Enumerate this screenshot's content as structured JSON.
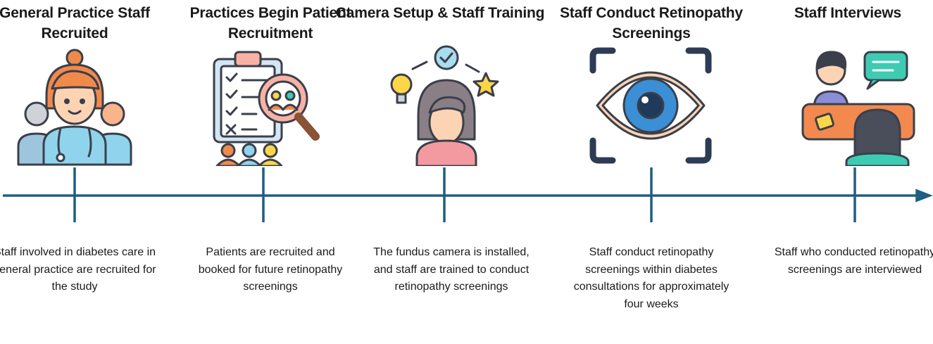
{
  "steps": [
    {
      "title": "General Practice Staff Recruited",
      "icon": "medical-staff-icon",
      "description": "Staff involved in diabetes care in general practice are recruited for the study"
    },
    {
      "title": "Practices Begin Patient Recruitment",
      "icon": "clipboard-search-icon",
      "description": "Patients are recruited and booked for future retinopathy screenings"
    },
    {
      "title": "Camera Setup & Staff Training",
      "icon": "training-icon",
      "description": "The fundus camera is installed, and staff are trained to conduct retinopathy screenings"
    },
    {
      "title": "Staff Conduct Retinopathy Screenings",
      "icon": "eye-scan-icon",
      "description": "Staff conduct retinopathy screenings within diabetes consultations for approximately four weeks"
    },
    {
      "title": "Staff Interviews",
      "icon": "interview-icon",
      "description": "Staff who conducted retinopathy screenings are interviewed"
    }
  ],
  "colors": {
    "timeline": "#1f5f82",
    "text": "#1a1a1a",
    "outline": "#3a3f4a",
    "skin": "#fcd4b4",
    "hair_orange": "#f08a4b",
    "scrubs": "#8fd4ec",
    "eye_blue": "#3a8fd6",
    "clipboard_blue": "#d4e6f3",
    "glass_pink": "#f9b1a5",
    "star_yellow": "#fcd648",
    "hair_gray": "#8a7f86",
    "sweater_pink": "#f29aa0",
    "check_blue": "#a8dcef",
    "desk_orange": "#f28a50",
    "bubble_teal": "#3dccb2",
    "shirt_purple": "#8a8ed8"
  }
}
